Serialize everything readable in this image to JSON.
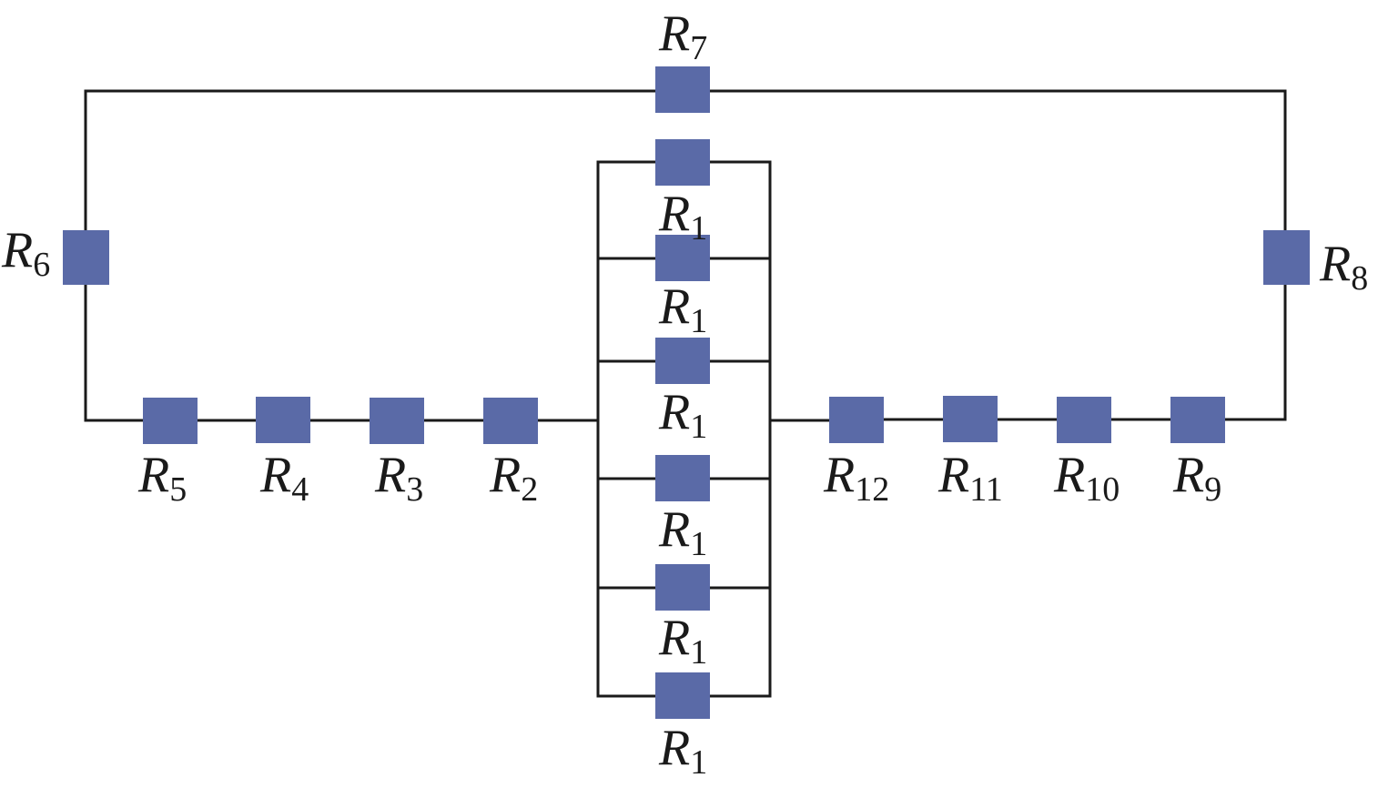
{
  "diagram": {
    "resistor_color": "#5a6aa7",
    "labels": {
      "r1_a": {
        "letter": "R",
        "sub": "1"
      },
      "r1_b": {
        "letter": "R",
        "sub": "1"
      },
      "r1_c": {
        "letter": "R",
        "sub": "1"
      },
      "r1_d": {
        "letter": "R",
        "sub": "1"
      },
      "r1_e": {
        "letter": "R",
        "sub": "1"
      },
      "r1_f": {
        "letter": "R",
        "sub": "1"
      },
      "r2": {
        "letter": "R",
        "sub": "2"
      },
      "r3": {
        "letter": "R",
        "sub": "3"
      },
      "r4": {
        "letter": "R",
        "sub": "4"
      },
      "r5": {
        "letter": "R",
        "sub": "5"
      },
      "r6": {
        "letter": "R",
        "sub": "6"
      },
      "r7": {
        "letter": "R",
        "sub": "7"
      },
      "r8": {
        "letter": "R",
        "sub": "8"
      },
      "r9": {
        "letter": "R",
        "sub": "9"
      },
      "r10": {
        "letter": "R",
        "sub": "10"
      },
      "r11": {
        "letter": "R",
        "sub": "11"
      },
      "r12": {
        "letter": "R",
        "sub": "12"
      }
    }
  }
}
